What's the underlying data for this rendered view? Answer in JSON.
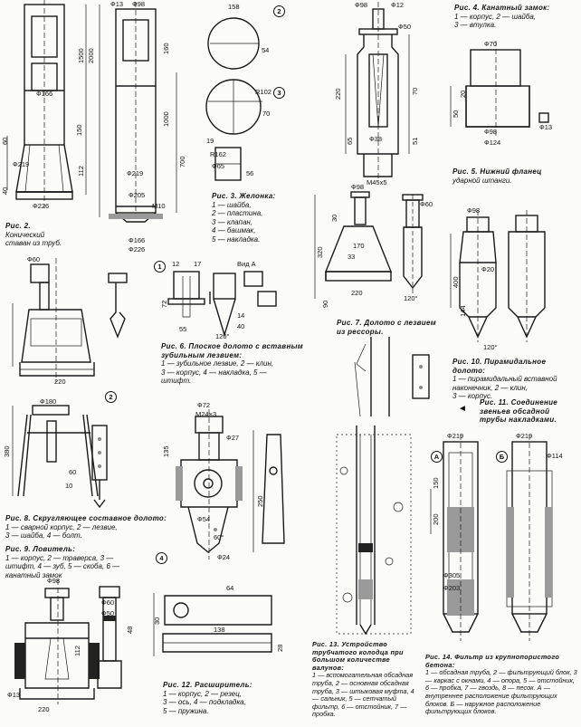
{
  "fig2": {
    "title": "Рис. 2.",
    "lines": [
      "Конический",
      "ставан из труб."
    ]
  },
  "fig3": {
    "title": "Рис. 3. Желонка:",
    "lines": [
      "1 — шайба,",
      "2 — пластина,",
      "3 — клапан,",
      "4 — башмак,",
      "5 — накладка."
    ]
  },
  "fig4": {
    "title": "Рис. 4. Канатный замок:",
    "lines": [
      "1 — корпус, 2 — шайба,",
      "3 — втулка."
    ]
  },
  "fig5": {
    "title": "Рис. 5. Нижний фланец",
    "lines": [
      "ударной штанги."
    ]
  },
  "fig6": {
    "title": "Рис. 6. Плоское долото с вставным зубильным лезвием:",
    "lines": [
      "1 — зубильное лезвие, 2 — клин,",
      "3 — корпус, 4 — накладка, 5 —",
      "штифт."
    ]
  },
  "fig7": {
    "title": "Рис. 7. Долото с лезвием из рессоры."
  },
  "fig8": {
    "title": "Рис. 8. Скругляющее составное долото:",
    "lines": [
      "1 — сварной корпус, 2 — лезвие,",
      "3 — шайба, 4 — болт."
    ]
  },
  "fig9": {
    "title": "Рис. 9. Ловитель:",
    "lines": [
      "1 — корпус, 2 — траверса, 3 —",
      "штифт, 4 — зуб, 5 — скоба, 6 —",
      "канатный замок"
    ]
  },
  "fig10": {
    "title": "Рис. 10. Пирамидальное долото:",
    "lines": [
      "1 — пирамидальный вставной наконечник, 2 — клин,",
      "3 — корпус."
    ]
  },
  "fig11": {
    "title": "Рис. 11. Соединение звеньев обсадной трубы накладками."
  },
  "fig12": {
    "title": "Рис. 12. Расширитель:",
    "lines": [
      "1 — корпус, 2 — резец,",
      "3 — ось, 4 — подкладка,",
      "5 — пружина."
    ]
  },
  "fig13": {
    "title": "Рис. 13. Устройство трубчатого колодца при большом количестве валунов:",
    "lines": [
      "1 — вспомогательная обсадная труба, 2 — основная обсадная труба, 3 — штыковая муфта, 4 — сальник, 5 — сетчатый фильтр, 6 — отстойник, 7 — пробка."
    ]
  },
  "fig14": {
    "title": "Рис. 14. Фильтр из крупнопористого бетона:",
    "lines": [
      "1 — обсадная труба, 2 — фильтрующий блок, 3 — каркас с окнами, 4 — опора, 5 — отстойник, 6 — пробка, 7 — гвоздь, 8 — песок. А — внутреннее расположение фильтрующих блоков. Б — наружное расположение фильтрующих блоков."
    ]
  },
  "dims": {
    "d2_219": "Ф219",
    "d2_166": "Ф166",
    "d2_226": "Ф226",
    "d2_1500": "1500",
    "d2_2000": "2000",
    "d2_150": "150",
    "d2_112": "112",
    "d2_60": "60",
    "d2_40": "40",
    "d3_98": "Ф98",
    "d3_13": "Ф13",
    "d3_160": "160",
    "d3_1000": "1000",
    "d3_700": "700",
    "d3_219": "Ф219",
    "d3_205": "Ф205",
    "d3_m10": "M10",
    "d3_166": "Ф166",
    "d3_226": "Ф226",
    "d3_158": "158",
    "d3_54": "54",
    "d3_r102": "R102",
    "d3_70": "70",
    "d3_r162": "R162",
    "d3_65": "Ф65",
    "d3_56": "56",
    "d3_19": "19",
    "d4_98": "Ф98",
    "d4_50": "Ф50",
    "d4_12": "Ф12",
    "d4_220": "220",
    "d4_70": "70",
    "d4_65": "65",
    "d4_51": "51",
    "d4_38": "Ф38",
    "d4_m": "M45x5",
    "d5_70": "Ф70",
    "d5_98": "Ф98",
    "d5_124": "Ф124",
    "d5_13": "Ф13",
    "d5_50": "50",
    "d5_20": "20",
    "d6_17": "17",
    "d6_12": "12",
    "d6_72": "72",
    "d6_55": "55",
    "d6_14": "14",
    "d6_40": "40",
    "d6_120": "120°",
    "d6_vid": "Вид А",
    "d7_98": "Ф98",
    "d7_30": "30",
    "d7_60": "Ф60",
    "d7_320": "320",
    "d7_170": "170",
    "d7_3": "33",
    "d7_220": "220",
    "d7_90": "90",
    "d7_120": "120°",
    "d8_60": "Ф60",
    "d8_180": "Ф180",
    "d8_380": "380",
    "d8_220": "220",
    "d8_60b": "60",
    "d8_10": "10",
    "d9_98": "Ф98",
    "d9_60": "Ф60",
    "d9_50": "Ф50",
    "d9_13": "Ф13",
    "d9_220": "220",
    "d9_112": "112",
    "d9_48": "48",
    "d10_98": "Ф98",
    "d10_400": "400",
    "d10_144": "144",
    "d10_120": "120°",
    "d10_20": "Ф20",
    "d12_72": "Ф72",
    "d12_m": "M24×3",
    "d12_27": "Ф27",
    "d12_54": "Ф54",
    "d12_250": "250",
    "d12_135": "135",
    "d12_60": "60°",
    "d12_24": "Ф24",
    "d13_64": "64",
    "d13_30": "30",
    "d13_138": "138",
    "d13_28": "28",
    "d14_219": "Ф219",
    "d14_114": "Ф114",
    "d14_305": "Ф305",
    "d14_203": "Ф203",
    "d14_200": "200",
    "d14_150": "150"
  },
  "markers": {
    "m1": "1",
    "m2": "2",
    "m3": "3",
    "m4": "4",
    "mA": "А",
    "mB": "Б",
    "mArrow": "◄"
  }
}
